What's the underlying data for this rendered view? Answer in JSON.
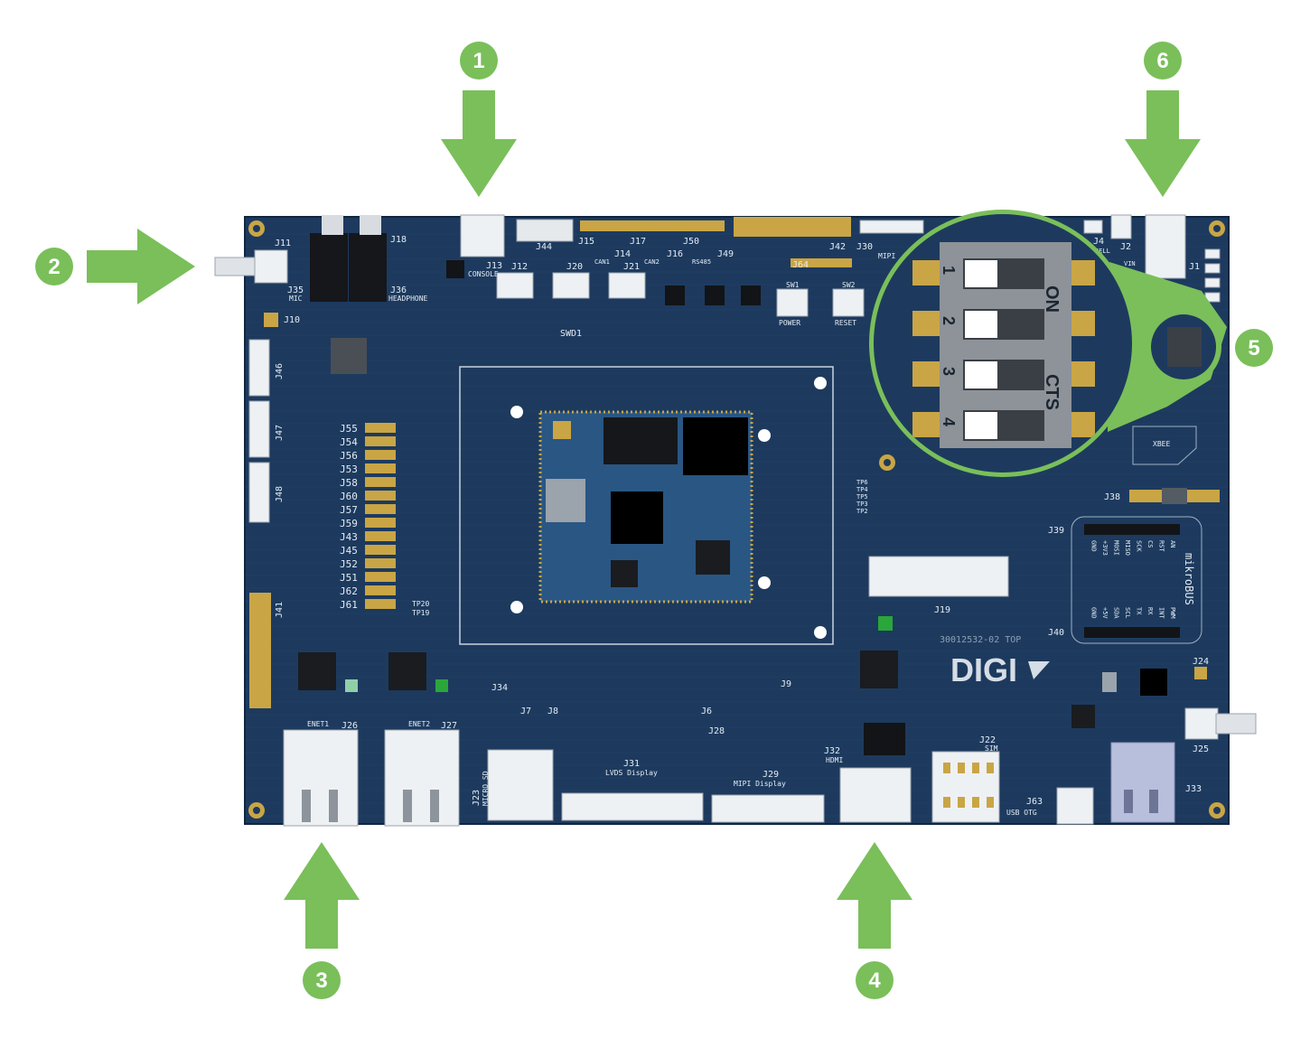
{
  "colors": {
    "pcb": "#1d3a5e",
    "pcb_edge": "#16304f",
    "accent_green": "#7abf5a",
    "connector_silver": "#e9ecef",
    "header_gold": "#c9a545",
    "component_black": "#121417"
  },
  "callouts": [
    {
      "number": "1",
      "direction": "down"
    },
    {
      "number": "2",
      "direction": "right"
    },
    {
      "number": "3",
      "direction": "up"
    },
    {
      "number": "4",
      "direction": "up"
    },
    {
      "number": "5",
      "direction": "none"
    },
    {
      "number": "6",
      "direction": "down"
    }
  ],
  "dip_switch": {
    "positions": [
      "1",
      "2",
      "3",
      "4"
    ],
    "label_on": "ON",
    "label_cts": "CTS"
  },
  "board_labels": {
    "j11": "J11",
    "j35": "J35",
    "mic": "MIC",
    "j10": "J10",
    "j18": "J18",
    "j36": "J36",
    "headphone": "HEADPHONE",
    "j13": "J13",
    "console": "CONSOLE",
    "j44": "J44",
    "j12": "J12",
    "j20": "J20",
    "j21": "J21",
    "swd1": "SWD1",
    "j15": "J15",
    "j14": "J14",
    "j17": "J17",
    "j16": "J16",
    "j50": "J50",
    "j49": "J49",
    "can1": "CAN1",
    "can2": "CAN2",
    "rs485": "RS485",
    "j64": "J64",
    "j42": "J42",
    "j30": "J30",
    "mipi": "MIPI",
    "sw1": "SW1",
    "power": "POWER",
    "sw2": "SW2",
    "reset": "RESET",
    "j4": "J4",
    "j2": "J2",
    "cell": "CELL",
    "vin": "VIN",
    "j1": "J1",
    "j46": "J46",
    "j47": "J47",
    "j48": "J48",
    "j41": "J41",
    "stack": [
      "J55",
      "J54",
      "J56",
      "J53",
      "J58",
      "J60",
      "J57",
      "J59",
      "J43",
      "J45",
      "J52",
      "J51",
      "J62",
      "J61"
    ],
    "tp20": "TP20",
    "tp19": "TP19",
    "tps": [
      "TP6",
      "TP4",
      "TP5",
      "TP3",
      "TP2"
    ],
    "j38": "J38",
    "xbee": "XBEE",
    "j39": "J39",
    "j40": "J40",
    "mikrobus": "mikroBUS",
    "j39_pins": [
      "AN",
      "RST",
      "CS",
      "SCK",
      "MISO",
      "MOSI",
      "+3V3",
      "GND"
    ],
    "j40_pins": [
      "PWM",
      "INT",
      "RX",
      "TX",
      "SCL",
      "SDA",
      "+5V",
      "GND"
    ],
    "j19": "J19",
    "part_number": "30012532-02 TOP",
    "logo": "DIGI",
    "j24": "J24",
    "j25": "J25",
    "j33": "J33",
    "enet1": "ENET1",
    "j26": "J26",
    "enet2": "ENET2",
    "j27": "J27",
    "j34": "J34",
    "j7": "J7",
    "j8": "J8",
    "j6": "J6",
    "j9": "J9",
    "j28": "J28",
    "j23": "J23",
    "micro_sd": "MICRO SD",
    "j31": "J31",
    "lvds_display": "LVDS Display",
    "j29": "J29",
    "mipi_display": "MIPI Display",
    "j32": "J32",
    "hdmi": "HDMI",
    "j22": "J22",
    "sim": "SIM",
    "j63": "J63",
    "usb_otg": "USB OTG"
  }
}
